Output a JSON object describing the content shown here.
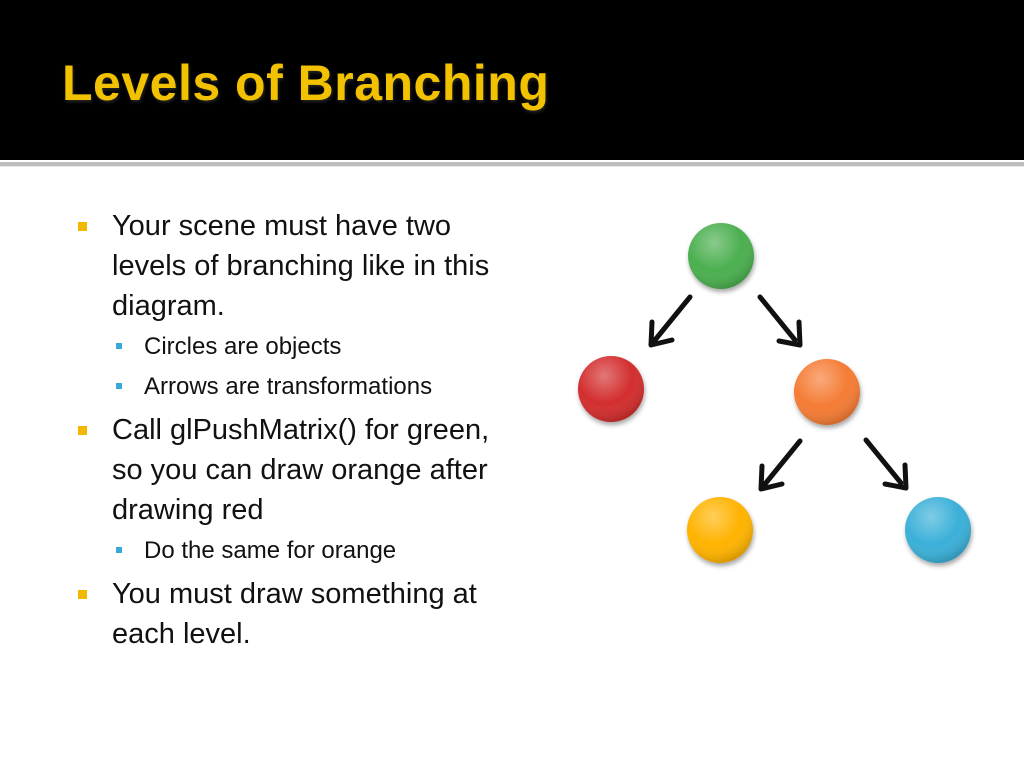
{
  "slide": {
    "title": "Levels of Branching",
    "colors": {
      "header_bg": "#000000",
      "title": "#F2C200",
      "bullet_marker": "#F2B800",
      "sub_marker": "#3BA7D8"
    }
  },
  "bullets": [
    {
      "text": "Your scene must have two levels of branching like in this diagram.",
      "sub": [
        "Circles are objects",
        "Arrows are transformations"
      ]
    },
    {
      "text": "Call glPushMatrix() for green, so you can draw orange after drawing red",
      "sub": [
        "Do the same for orange"
      ]
    },
    {
      "text": "You must draw something at each level.",
      "sub": []
    }
  ],
  "diagram": {
    "nodes": [
      {
        "name": "green",
        "color": "#4CAF50"
      },
      {
        "name": "red",
        "color": "#D32F2F"
      },
      {
        "name": "orange",
        "color": "#F57C35"
      },
      {
        "name": "yellow",
        "color": "#FFB300"
      },
      {
        "name": "blue",
        "color": "#3AB0D8"
      }
    ],
    "edges": [
      {
        "from": "green",
        "to": "red"
      },
      {
        "from": "green",
        "to": "orange"
      },
      {
        "from": "orange",
        "to": "yellow"
      },
      {
        "from": "orange",
        "to": "blue"
      }
    ]
  }
}
